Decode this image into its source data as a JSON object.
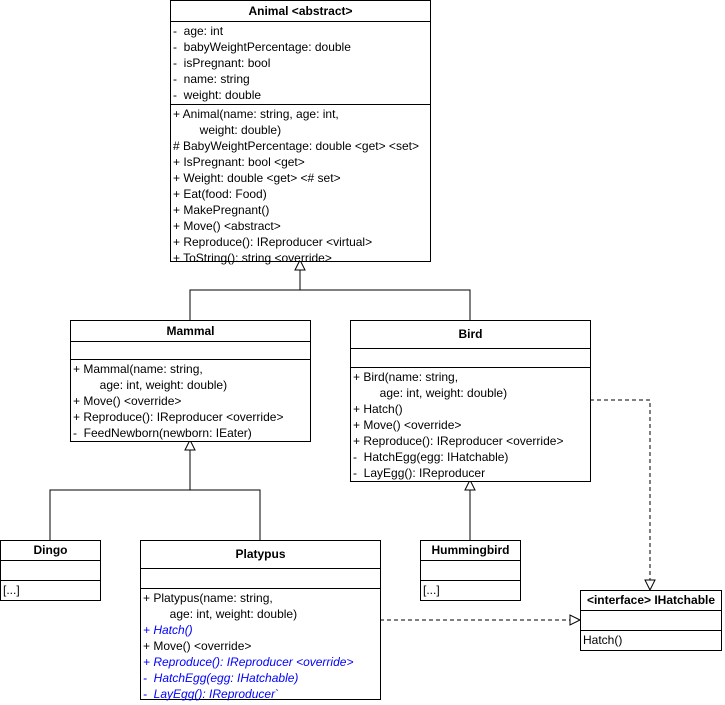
{
  "animal": {
    "title": "Animal <abstract>",
    "attributes": [
      "-  age: int",
      "-  babyWeightPercentage: double",
      "-  isPregnant: bool",
      "-  name: string",
      "-  weight: double"
    ],
    "methods": [
      "+ Animal(name: string, age: int,",
      "        weight: double)",
      "# BabyWeightPercentage: double <get> <set>",
      "+ IsPregnant: bool <get>",
      "+ Weight: double <get> <# set>",
      "+ Eat(food: Food)",
      "+ MakePregnant()",
      "+ Move() <abstract>",
      "+ Reproduce(): IReproducer <virtual>",
      "+ ToString(): string <override>"
    ]
  },
  "mammal": {
    "title": "Mammal",
    "methods": [
      "+ Mammal(name: string,",
      "        age: int, weight: double)",
      "+ Move() <override>",
      "+ Reproduce(): IReproducer <override>",
      "-  FeedNewborn(newborn: IEater)"
    ]
  },
  "bird": {
    "title": "Bird",
    "methods": [
      "+ Bird(name: string,",
      "        age: int, weight: double)",
      "+ Hatch()",
      "+ Move() <override>",
      "+ Reproduce(): IReproducer <override>",
      "-  HatchEgg(egg: IHatchable)",
      "-  LayEgg(): IReproducer"
    ]
  },
  "dingo": {
    "title": "Dingo",
    "body": "[...]"
  },
  "hummingbird": {
    "title": "Hummingbird",
    "body": "[...]"
  },
  "platypus": {
    "title": "Platypus",
    "methods": [
      {
        "text": "+ Platypus(name: string,",
        "style": "normal"
      },
      {
        "text": "        age: int, weight: double)",
        "style": "normal"
      },
      {
        "text": "+ Hatch()",
        "style": "italic-blue"
      },
      {
        "text": "+ Move() <override>",
        "style": "normal"
      },
      {
        "text": "+ Reproduce(): IReproducer <override>",
        "style": "italic-blue"
      },
      {
        "text": "-  HatchEgg(egg: IHatchable)",
        "style": "italic-blue"
      },
      {
        "text": "-  LayEgg(): IReproducer`",
        "style": "italic-blue"
      }
    ]
  },
  "ihatchable": {
    "title": "<interface> IHatchable",
    "methods": [
      "Hatch()"
    ]
  },
  "colors": {
    "line": "#000000",
    "italic_text": "#0000ff",
    "background": "#ffffff"
  }
}
